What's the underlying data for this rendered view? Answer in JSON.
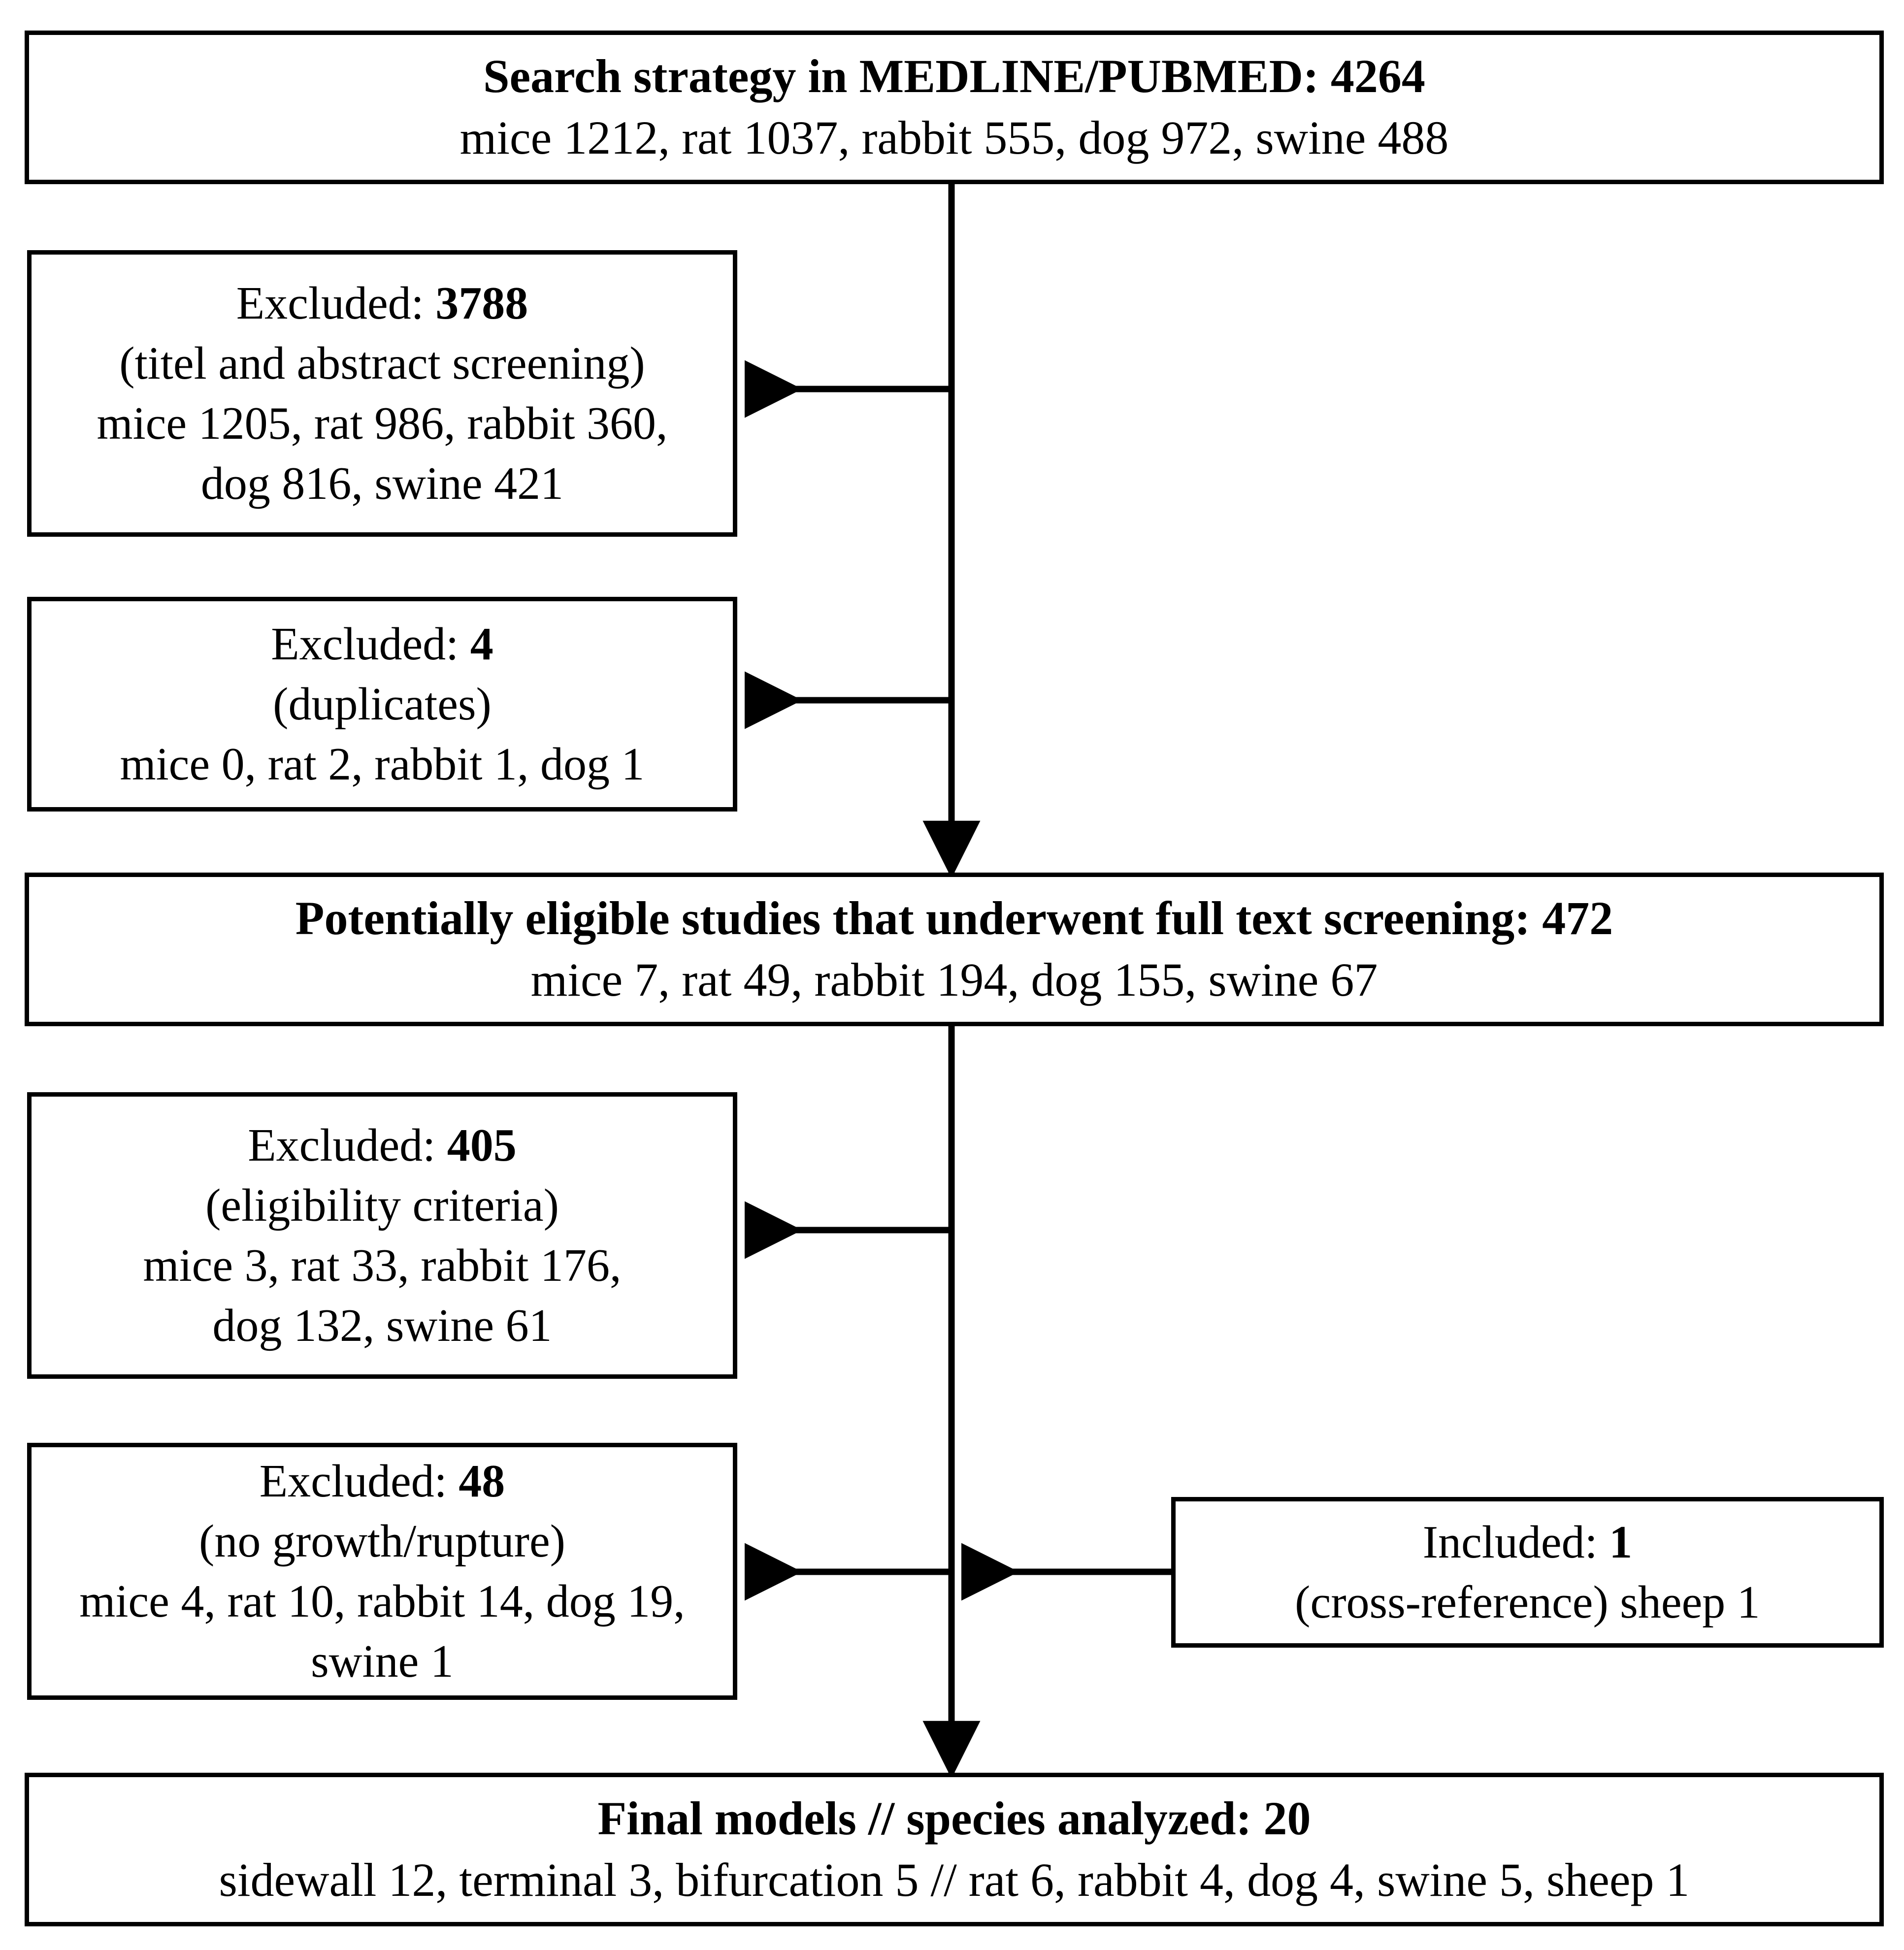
{
  "diagram": {
    "title": "PRISMA-style study selection flowchart",
    "accent_color": "#000000",
    "background_color": "#ffffff"
  },
  "nodes": {
    "search": {
      "name": "search-strategy-box",
      "line1": "Search strategy in MEDLINE/PUBMED: 4264",
      "line2": "mice 1212, rat 1037, rabbit 555, dog 972, swine 488"
    },
    "excluded_title_abstract": {
      "name": "excluded-title-abstract-box",
      "line1_label": "Excluded:",
      "line1_value": "3788",
      "line2": "(titel and abstract screening)",
      "line3": "mice 1205, rat 986, rabbit 360,",
      "line4": "dog 816, swine 421"
    },
    "excluded_duplicates": {
      "name": "excluded-duplicates-box",
      "line1_label": "Excluded:",
      "line1_value": "4",
      "line2": "(duplicates)",
      "line3": "mice 0, rat 2, rabbit 1, dog 1"
    },
    "eligible": {
      "name": "potentially-eligible-box",
      "line1": "Potentially eligible studies that underwent full text screening: 472",
      "line2": "mice 7, rat 49, rabbit 194, dog 155, swine 67"
    },
    "excluded_criteria": {
      "name": "excluded-eligibility-criteria-box",
      "line1_label": "Excluded:",
      "line1_value": "405",
      "line2": "(eligibility criteria)",
      "line3": "mice 3, rat 33, rabbit 176,",
      "line4": "dog 132, swine 61"
    },
    "excluded_growth": {
      "name": "excluded-no-growth-rupture-box",
      "line1_label": "Excluded:",
      "line1_value": "48",
      "line2": "(no growth/rupture)",
      "line3": "mice 4, rat 10, rabbit 14, dog 19,",
      "line4": "swine 1"
    },
    "included_cross_reference": {
      "name": "included-cross-reference-box",
      "line1_label": "Included:",
      "line1_value": "1",
      "line2": "(cross-reference) sheep 1"
    },
    "final": {
      "name": "final-models-box",
      "line1": "Final models // species analyzed: 20",
      "line2": "sidewall 12, terminal 3, bifurcation 5  // rat 6, rabbit 4, dog 4, swine 5, sheep 1"
    }
  },
  "chart_data": {
    "type": "table",
    "title": "PRISMA study selection counts by species",
    "categories": [
      "mice",
      "rat",
      "rabbit",
      "dog",
      "swine",
      "sheep"
    ],
    "stages": [
      {
        "stage": "Search strategy in MEDLINE/PUBMED",
        "total": 4264,
        "values": {
          "mice": 1212,
          "rat": 1037,
          "rabbit": 555,
          "dog": 972,
          "swine": 488,
          "sheep": null
        }
      },
      {
        "stage": "Excluded (titel and abstract screening)",
        "total": 3788,
        "values": {
          "mice": 1205,
          "rat": 986,
          "rabbit": 360,
          "dog": 816,
          "swine": 421,
          "sheep": null
        }
      },
      {
        "stage": "Excluded (duplicates)",
        "total": 4,
        "values": {
          "mice": 0,
          "rat": 2,
          "rabbit": 1,
          "dog": 1,
          "swine": null,
          "sheep": null
        }
      },
      {
        "stage": "Potentially eligible studies that underwent full text screening",
        "total": 472,
        "values": {
          "mice": 7,
          "rat": 49,
          "rabbit": 194,
          "dog": 155,
          "swine": 67,
          "sheep": null
        }
      },
      {
        "stage": "Excluded (eligibility criteria)",
        "total": 405,
        "values": {
          "mice": 3,
          "rat": 33,
          "rabbit": 176,
          "dog": 132,
          "swine": 61,
          "sheep": null
        }
      },
      {
        "stage": "Excluded (no growth/rupture)",
        "total": 48,
        "values": {
          "mice": 4,
          "rat": 10,
          "rabbit": 14,
          "dog": 19,
          "swine": 1,
          "sheep": null
        }
      },
      {
        "stage": "Included (cross-reference)",
        "total": 1,
        "values": {
          "mice": null,
          "rat": null,
          "rabbit": null,
          "dog": null,
          "swine": null,
          "sheep": 1
        }
      },
      {
        "stage": "Final models // species analyzed",
        "total": 20,
        "values": {
          "mice": null,
          "rat": 6,
          "rabbit": 4,
          "dog": 4,
          "swine": 5,
          "sheep": 1
        },
        "model_types": {
          "sidewall": 12,
          "terminal": 3,
          "bifurcation": 5
        }
      }
    ]
  }
}
